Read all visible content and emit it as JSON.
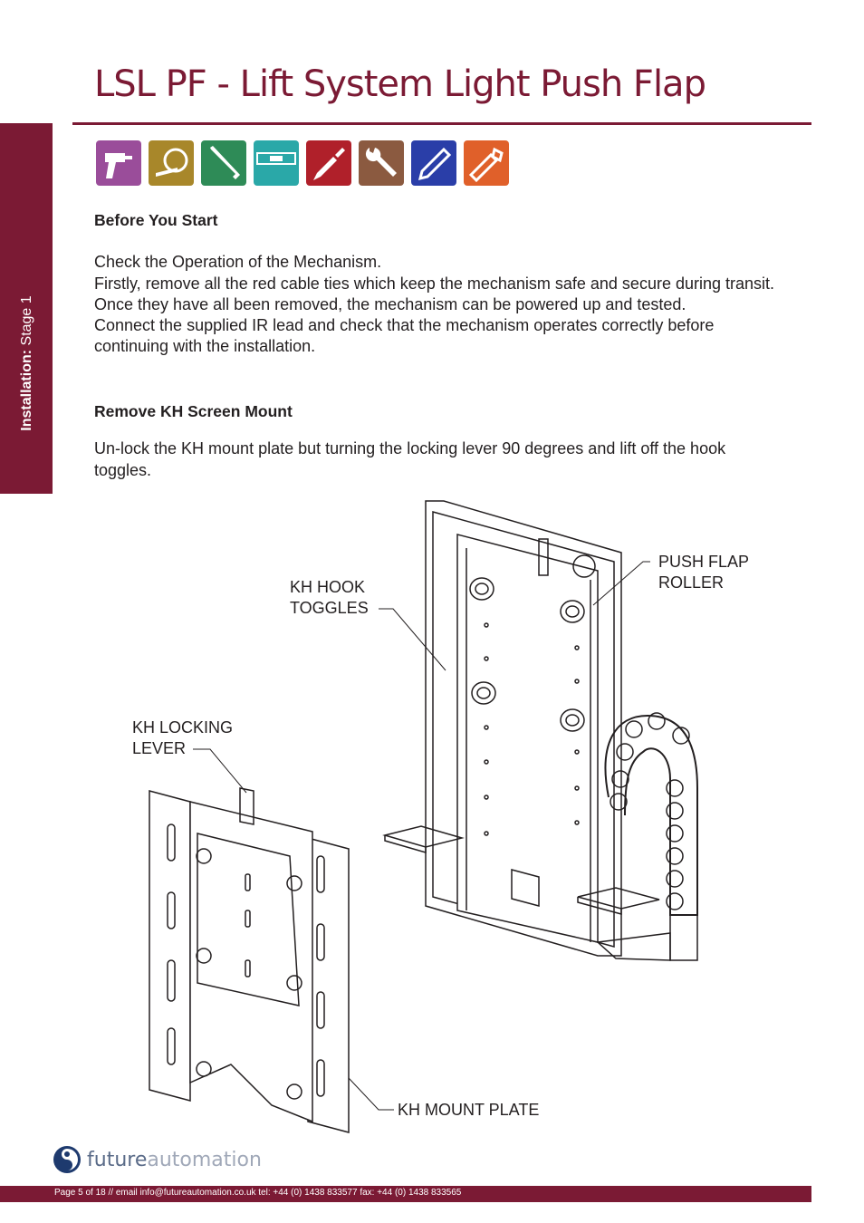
{
  "header": {
    "title": "LSL PF - Lift System Light Push Flap"
  },
  "sidebar": {
    "label_bold": "Installation:",
    "label_rest": " Stage 1"
  },
  "tool_icons": [
    {
      "name": "drill-icon",
      "color": "#9a4d9a"
    },
    {
      "name": "tape-measure-icon",
      "color": "#a8872a"
    },
    {
      "name": "allen-key-icon",
      "color": "#2e8b57"
    },
    {
      "name": "spirit-level-icon",
      "color": "#2aa8a8"
    },
    {
      "name": "screwdriver-icon",
      "color": "#b0202a"
    },
    {
      "name": "wrench-icon",
      "color": "#8b5a40"
    },
    {
      "name": "pencil-icon",
      "color": "#2a3ea8"
    },
    {
      "name": "saw-icon",
      "color": "#e0602a"
    }
  ],
  "section1": {
    "heading": "Before You Start",
    "lines": [
      "Check the Operation of the Mechanism.",
      "Firstly, remove all the red cable ties which keep the mechanism safe and secure during transit.",
      "Once they have all been removed,  the mechanism can be powered up and tested.",
      "Connect the supplied IR lead and check that the mechanism operates correctly before continuing with the installation."
    ]
  },
  "section2": {
    "heading": "Remove KH Screen Mount",
    "text": "Un-lock the KH mount plate but turning the locking lever 90 degrees and lift off the hook toggles."
  },
  "diagram_labels": {
    "push_flap_roller_1": "PUSH FLAP",
    "push_flap_roller_2": "ROLLER",
    "kh_hook_toggles_1": "KH HOOK",
    "kh_hook_toggles_2": "TOGGLES",
    "kh_locking_lever_1": "KH LOCKING",
    "kh_locking_lever_2": "LEVER",
    "kh_mount_plate": "KH MOUNT PLATE"
  },
  "footer": {
    "logo_part1": "future",
    "logo_part2": "automation",
    "text": "Page 5 of 18 // email info@futureautomation.co.uk  tel: +44 (0) 1438 833577  fax: +44 (0) 1438 833565"
  },
  "colors": {
    "brand": "#7b1a34"
  }
}
